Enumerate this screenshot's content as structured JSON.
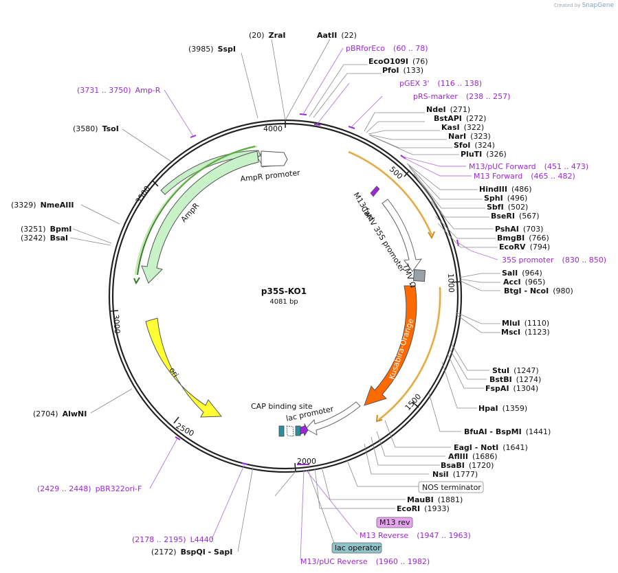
{
  "credit": {
    "prefix": "Created by",
    "brand": "SnapGene"
  },
  "plasmid": {
    "name": "p35S-KO1",
    "size": "4081 bp"
  },
  "ticks": [
    "4000",
    "500",
    "1000",
    "1500",
    "2000",
    "2500",
    "3000",
    "3500"
  ],
  "features": [
    {
      "id": "ampr-promoter",
      "label": "AmpR promoter"
    },
    {
      "id": "ampr",
      "label": "AmpR"
    },
    {
      "id": "m13-fwd",
      "label": "M13 fwd"
    },
    {
      "id": "camv",
      "label": "CaMV 35S promoter"
    },
    {
      "id": "tmv",
      "label": "TMV Ω"
    },
    {
      "id": "kusabira",
      "label": "Kusabira-Orange"
    },
    {
      "id": "ori",
      "label": "ori"
    },
    {
      "id": "cap",
      "label": "CAP binding site"
    },
    {
      "id": "lac",
      "label": "lac promoter"
    }
  ],
  "sites": [
    {
      "pos": "(20)",
      "name": "ZraI"
    },
    {
      "pos": "(22)",
      "name": "AatII"
    },
    {
      "pos": "(3985)",
      "name": "SspI"
    },
    {
      "pos": "(76)",
      "name": "EcoO109I"
    },
    {
      "pos": "(133)",
      "name": "PfoI"
    },
    {
      "pos": "(271)",
      "name": "NdeI"
    },
    {
      "pos": "(272)",
      "name": "BstAPI"
    },
    {
      "pos": "(322)",
      "name": "KasI"
    },
    {
      "pos": "(323)",
      "name": "NarI"
    },
    {
      "pos": "(324)",
      "name": "SfoI"
    },
    {
      "pos": "(326)",
      "name": "PluTI"
    },
    {
      "pos": "(486)",
      "name": "HindIII"
    },
    {
      "pos": "(496)",
      "name": "SphI"
    },
    {
      "pos": "(502)",
      "name": "SbfI"
    },
    {
      "pos": "(567)",
      "name": "BseRI"
    },
    {
      "pos": "(703)",
      "name": "PshAI"
    },
    {
      "pos": "(766)",
      "name": "BmgBI"
    },
    {
      "pos": "(794)",
      "name": "EcoRV"
    },
    {
      "pos": "(964)",
      "name": "SalI"
    },
    {
      "pos": "(965)",
      "name": "AccI"
    },
    {
      "pos": "(980)",
      "name": "BtgI - NcoI"
    },
    {
      "pos": "(1110)",
      "name": "MluI"
    },
    {
      "pos": "(1123)",
      "name": "MscI"
    },
    {
      "pos": "(1247)",
      "name": "StuI"
    },
    {
      "pos": "(1274)",
      "name": "BstBI"
    },
    {
      "pos": "(1304)",
      "name": "FspAI"
    },
    {
      "pos": "(1359)",
      "name": "HpaI"
    },
    {
      "pos": "(1441)",
      "name": "BfuAI - BspMI"
    },
    {
      "pos": "(1641)",
      "name": "EagI - NotI"
    },
    {
      "pos": "(1686)",
      "name": "AflIII"
    },
    {
      "pos": "(1720)",
      "name": "BsaBI"
    },
    {
      "pos": "(1777)",
      "name": "NsiI"
    },
    {
      "pos": "(1881)",
      "name": "MauBI"
    },
    {
      "pos": "(1933)",
      "name": "EcoRI"
    },
    {
      "pos": "(3580)",
      "name": "TsoI"
    },
    {
      "pos": "(3329)",
      "name": "NmeAIII"
    },
    {
      "pos": "(3251)",
      "name": "BpmI"
    },
    {
      "pos": "(3242)",
      "name": "BsaI"
    },
    {
      "pos": "(2704)",
      "name": "AlwNI"
    },
    {
      "pos": "(2172)",
      "name": "BspQI - SapI"
    }
  ],
  "primers": [
    {
      "name": "pBRforEco",
      "range": "(60 .. 78)"
    },
    {
      "name": "pGEX 3'",
      "range": "(116 .. 138)"
    },
    {
      "name": "pRS-marker",
      "range": "(238 .. 257)"
    },
    {
      "name": "M13/pUC Forward",
      "range": "(451 .. 473)"
    },
    {
      "name": "M13 Forward",
      "range": "(465 .. 482)"
    },
    {
      "name": "35S promoter",
      "range": "(830 .. 850)"
    },
    {
      "name": "Amp-R",
      "range": "(3731 .. 3750)"
    },
    {
      "name": "pBR322ori-F",
      "range": "(2429 .. 2448)"
    },
    {
      "name": "L4440",
      "range": "(2178 .. 2195)"
    },
    {
      "name": "M13 Reverse",
      "range": "(1947 .. 1963)"
    },
    {
      "name": "M13/pUC Reverse",
      "range": "(1960 .. 1982)"
    }
  ],
  "boxes": [
    {
      "label": "NOS terminator"
    },
    {
      "label": "M13 rev"
    },
    {
      "label": "lac operator"
    }
  ]
}
